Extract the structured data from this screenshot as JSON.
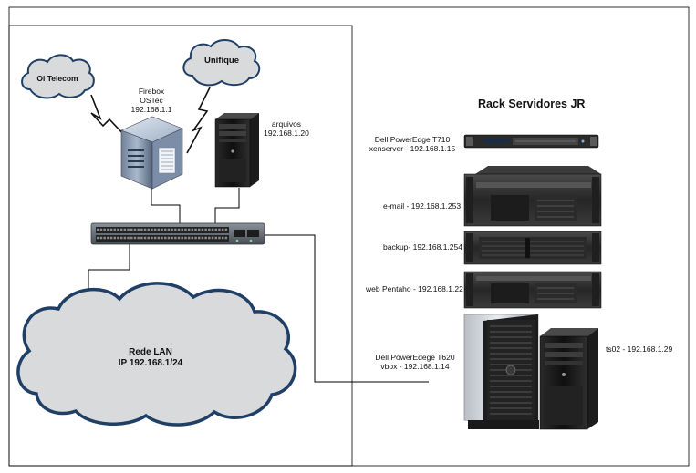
{
  "clouds": {
    "oi_telecom": "Oi Telecom",
    "unifique": "Unifique",
    "lan_title": "Rede LAN",
    "lan_ip": "IP 192.168.1/24"
  },
  "firewall": {
    "line1": "Firebox",
    "line2": "OSTec",
    "line3": "192.168.1.1"
  },
  "arquivos": {
    "line1": "arquivos",
    "line2": "192.168.1.20"
  },
  "rack": {
    "title": "Rack Servidores JR",
    "t710_line1": "Dell PowerEdge T710",
    "t710_line2": "xenserver - 192.168.1.15",
    "email": "e-mail - 192.168.1.253",
    "backup": "backup- 192.168.1.254",
    "web": "web Pentaho - 192.168.1.22",
    "t620_line1": "Dell PowerEdege T620",
    "t620_line2": "vbox - 192.168.1.14",
    "ts02": "ts02 - 192.168.1.29"
  },
  "colors": {
    "frame": "#000000",
    "cloud_fill": "#d9dadb",
    "cloud_stroke": "#1f3f66",
    "server_dark": "#1b1b1b",
    "server_mid": "#3a3a3a",
    "switch_body": "#5e6670"
  }
}
